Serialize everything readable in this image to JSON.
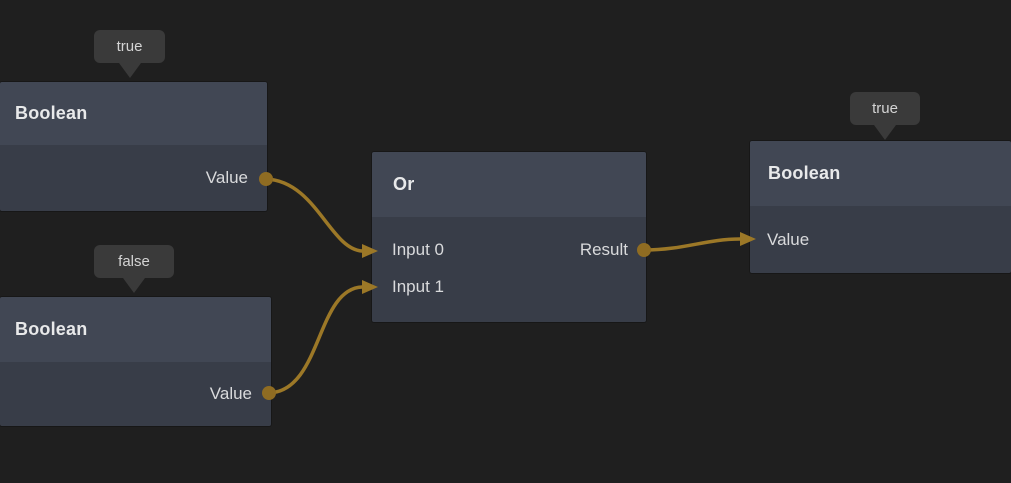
{
  "colors": {
    "background": "#1f1f1f",
    "node_header": "#414754",
    "node_body": "#383d48",
    "badge_bg": "#3a3a3a",
    "wire": "#9c7827",
    "port_dot": "#8f6c22",
    "title_text": "#e8e9ea",
    "port_text": "#d9dadc",
    "badge_text": "#d4d4d4"
  },
  "nodes": {
    "bool_top": {
      "title": "Boolean",
      "badge": "true",
      "output_label": "Value"
    },
    "bool_bottom": {
      "title": "Boolean",
      "badge": "false",
      "output_label": "Value"
    },
    "or": {
      "title": "Or",
      "input0_label": "Input 0",
      "input1_label": "Input 1",
      "output_label": "Result"
    },
    "bool_result": {
      "title": "Boolean",
      "badge": "true",
      "input_label": "Value"
    }
  }
}
